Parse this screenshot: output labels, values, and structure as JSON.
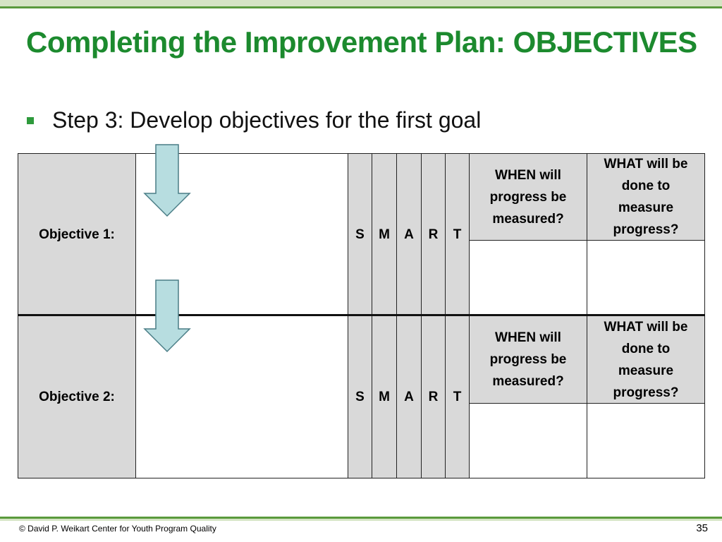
{
  "slide": {
    "title": "Completing the Improvement Plan: OBJECTIVES",
    "bullet": "Step 3: Develop objectives for the first goal"
  },
  "table": {
    "rows": [
      {
        "label": "Objective 1:",
        "smart": [
          "S",
          "M",
          "A",
          "R",
          "T"
        ],
        "when_header": "WHEN will progress be measured?",
        "what_header": "WHAT will be done to measure progress?"
      },
      {
        "label": "Objective 2:",
        "smart": [
          "S",
          "M",
          "A",
          "R",
          "T"
        ],
        "when_header": "WHEN will progress be measured?",
        "what_header": "WHAT will be done to measure progress?"
      }
    ]
  },
  "icons": {
    "arrow": "down-arrow-icon",
    "arrow_fill": "#b7dde0",
    "arrow_stroke": "#4a7d86"
  },
  "colors": {
    "title": "#1c8a2e",
    "rule": "#5a9a3c",
    "band": "#d5e4c4",
    "cell_gray": "#d9d9d9"
  },
  "footer": {
    "copyright": "© David P. Weikart Center for Youth Program Quality",
    "page_number": "35"
  }
}
